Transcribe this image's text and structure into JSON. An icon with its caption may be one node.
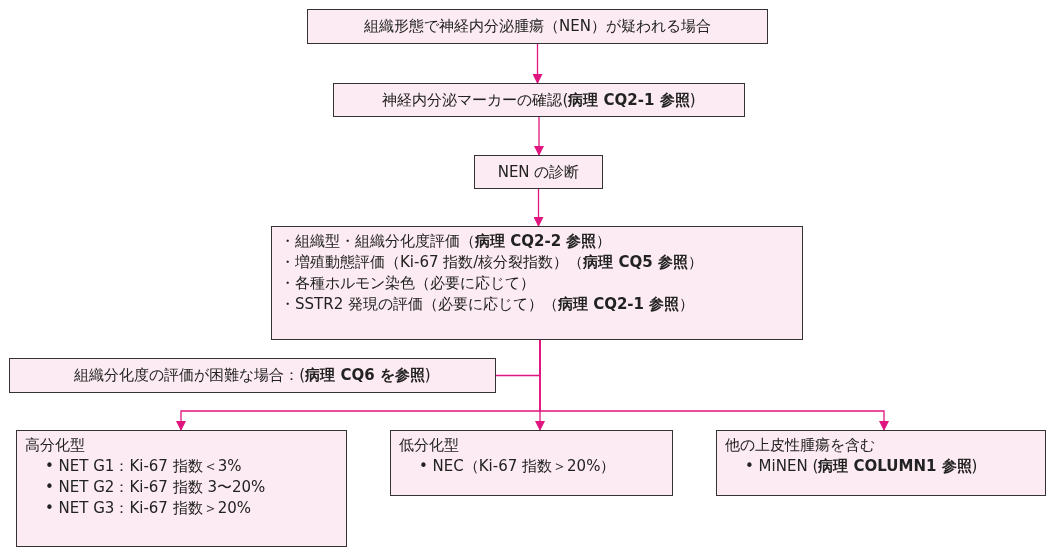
{
  "diagram": {
    "nodes": [
      {
        "text": [
          "組織形態で神経内分泌腫瘍（NEN）が疑われる場合"
        ]
      },
      {
        "text": [
          "神経内分泌マーカーの確認(**病理 CQ2-1 参照**)"
        ]
      },
      {
        "text": [
          "NEN の診断"
        ]
      },
      {
        "text": [
          "・組織型・組織分化度評価（**病理 CQ2-2 参照**）",
          "・増殖動態評価（Ki-67 指数/核分裂指数）（**病理 CQ5 参照**）",
          "・各種ホルモン染色（必要に応じて）",
          "・SSTR2 発現の評価（必要に応じて）（**病理 CQ2-1 参照**）"
        ]
      },
      {
        "text": [
          "組織分化度の評価が困難な場合：(**病理 CQ6 を参照**)"
        ]
      },
      {
        "text": [
          "高分化型",
          "• NET G1：Ki-67 指数＜3%",
          "• NET G2：Ki-67 指数 3〜20%",
          "• NET G3：Ki-67 指数＞20%"
        ]
      },
      {
        "text": [
          "低分化型",
          "• NEC（Ki-67 指数＞20%）"
        ]
      },
      {
        "text": [
          "他の上皮性腫瘍を含む",
          "• MiNEN (**病理 COLUMN1 参照**)"
        ]
      }
    ],
    "edges": [
      {
        "from": 0,
        "to": 1,
        "arrow": "to"
      },
      {
        "from": 1,
        "to": 2,
        "arrow": "to"
      },
      {
        "from": 2,
        "to": 3,
        "arrow": "to"
      },
      {
        "from": 3,
        "to": 4,
        "arrow": "none"
      },
      {
        "from": 3,
        "to": 5,
        "arrow": "to"
      },
      {
        "from": 3,
        "to": 6,
        "arrow": "to"
      },
      {
        "from": 3,
        "to": 7,
        "arrow": "to"
      }
    ]
  }
}
